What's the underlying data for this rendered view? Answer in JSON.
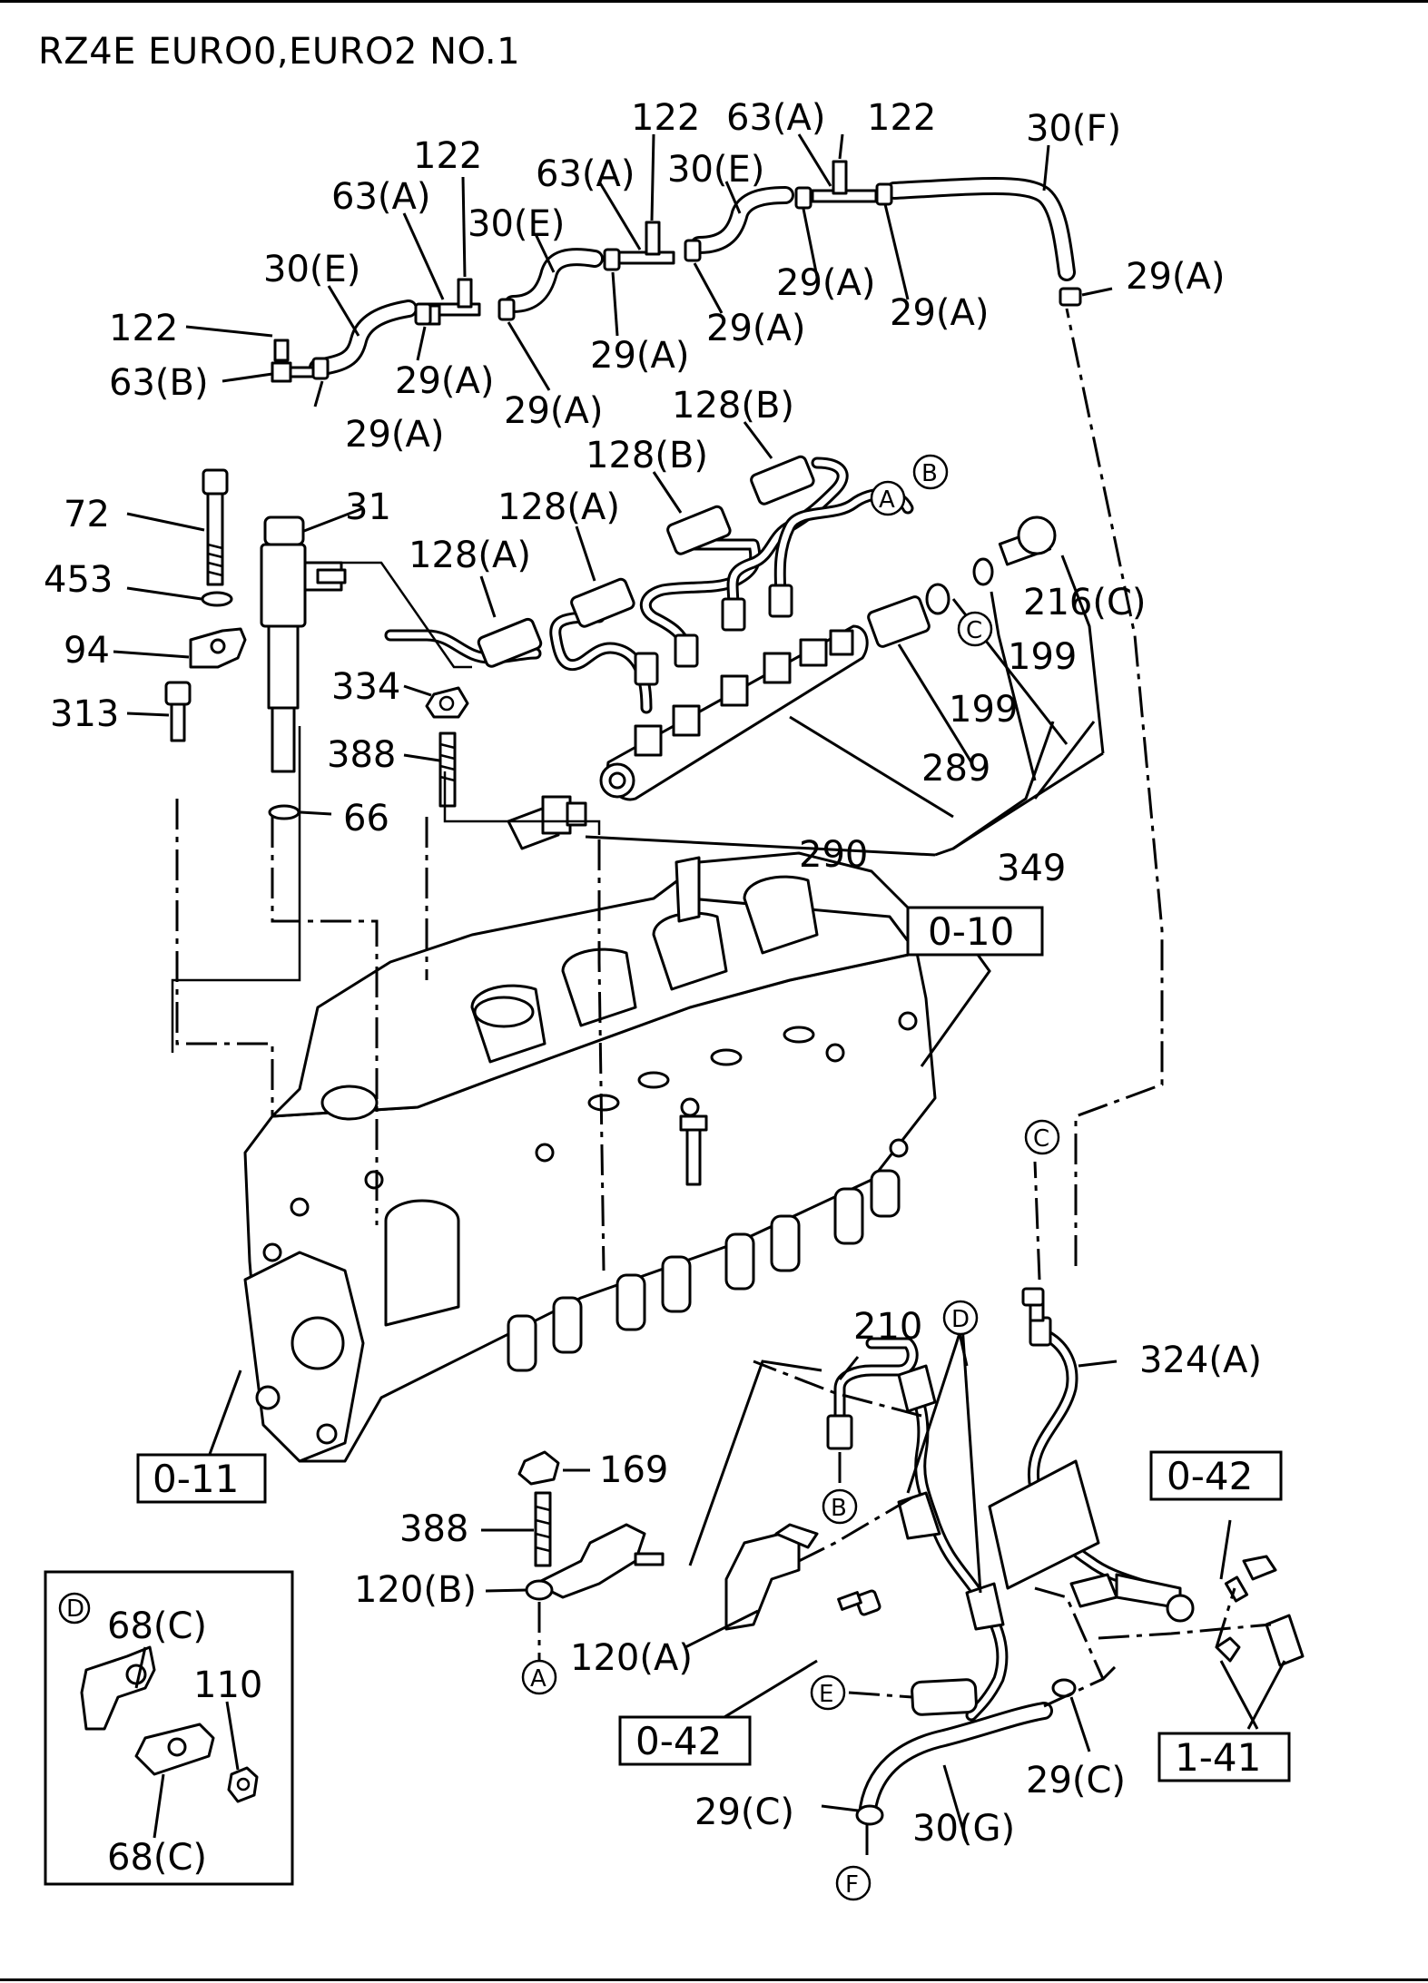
{
  "title": "RZ4E EURO0,EURO2 NO.1",
  "labels": {
    "l122a": "122",
    "l122b": "122",
    "l122c": "122",
    "l122d": "122",
    "l63a1": "63(A)",
    "l63a2": "63(A)",
    "l63a3": "63(A)",
    "l63b": "63(B)",
    "l30e1": "30(E)",
    "l30e2": "30(E)",
    "l30e3": "30(E)",
    "l30f": "30(F)",
    "l30g": "30(G)",
    "l29a1": "29(A)",
    "l29a2": "29(A)",
    "l29a3": "29(A)",
    "l29a4": "29(A)",
    "l29a5": "29(A)",
    "l29a6": "29(A)",
    "l29a7": "29(A)",
    "l29a8": "29(A)",
    "l29c1": "29(C)",
    "l29c2": "29(C)",
    "l128a1": "128(A)",
    "l128a2": "128(A)",
    "l128b1": "128(B)",
    "l128b2": "128(B)",
    "l72": "72",
    "l453": "453",
    "l94": "94",
    "l313": "313",
    "l31": "31",
    "l334": "334",
    "l388a": "388",
    "l388b": "388",
    "l66": "66",
    "l216c": "216(C)",
    "l199a": "199",
    "l199b": "199",
    "l289": "289",
    "l290": "290",
    "l349": "349",
    "l169": "169",
    "l120b": "120(B)",
    "l120a": "120(A)",
    "l210": "210",
    "l324a": "324(A)",
    "l68c1": "68(C)",
    "l68c2": "68(C)",
    "l110": "110"
  },
  "refs": {
    "r010": "0-10",
    "r011": "0-11",
    "r042a": "0-42",
    "r042b": "0-42",
    "r141": "1-41"
  },
  "circles": {
    "A": "A",
    "B": "B",
    "C": "C",
    "D": "D",
    "E": "E",
    "F": "F"
  }
}
